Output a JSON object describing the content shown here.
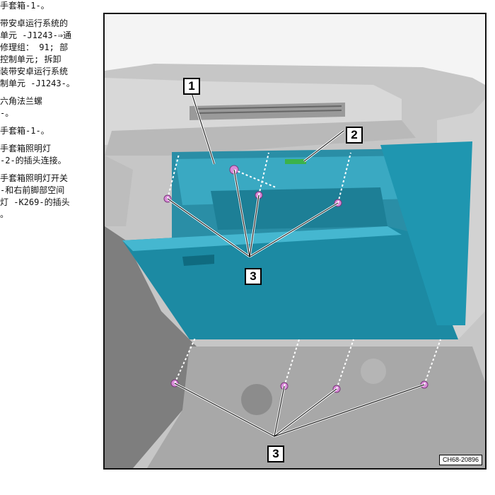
{
  "left_text": {
    "paragraphs": [
      [
        "手套箱-1-。"
      ],
      [
        "带安卓运行系统的",
        "单元 -J1243-⇒通",
        "修理组： 91; 部",
        " 控制单元; 拆卸",
        "装带安卓运行系统",
        "制单元 -J1243-。"
      ],
      [
        "六角法兰螺",
        "-。"
      ],
      [
        "手套箱-1-。"
      ],
      [
        "手套箱照明灯",
        "-2-的插头连接。"
      ],
      [
        "手套箱照明灯开关",
        "-和右前脚部空间",
        "灯 -K269-的插头",
        "。"
      ]
    ]
  },
  "figure": {
    "callouts": {
      "c1": "1",
      "c2": "2",
      "c3_upper": "3",
      "c3_lower": "3"
    },
    "figure_code": "CH68-20896",
    "colors": {
      "glovebox": "#1f93ad",
      "glovebox_light": "#3bb2cc",
      "screw": "#d98ad9",
      "connector": "#3bb24a",
      "dash": "#bfbfbf"
    }
  }
}
